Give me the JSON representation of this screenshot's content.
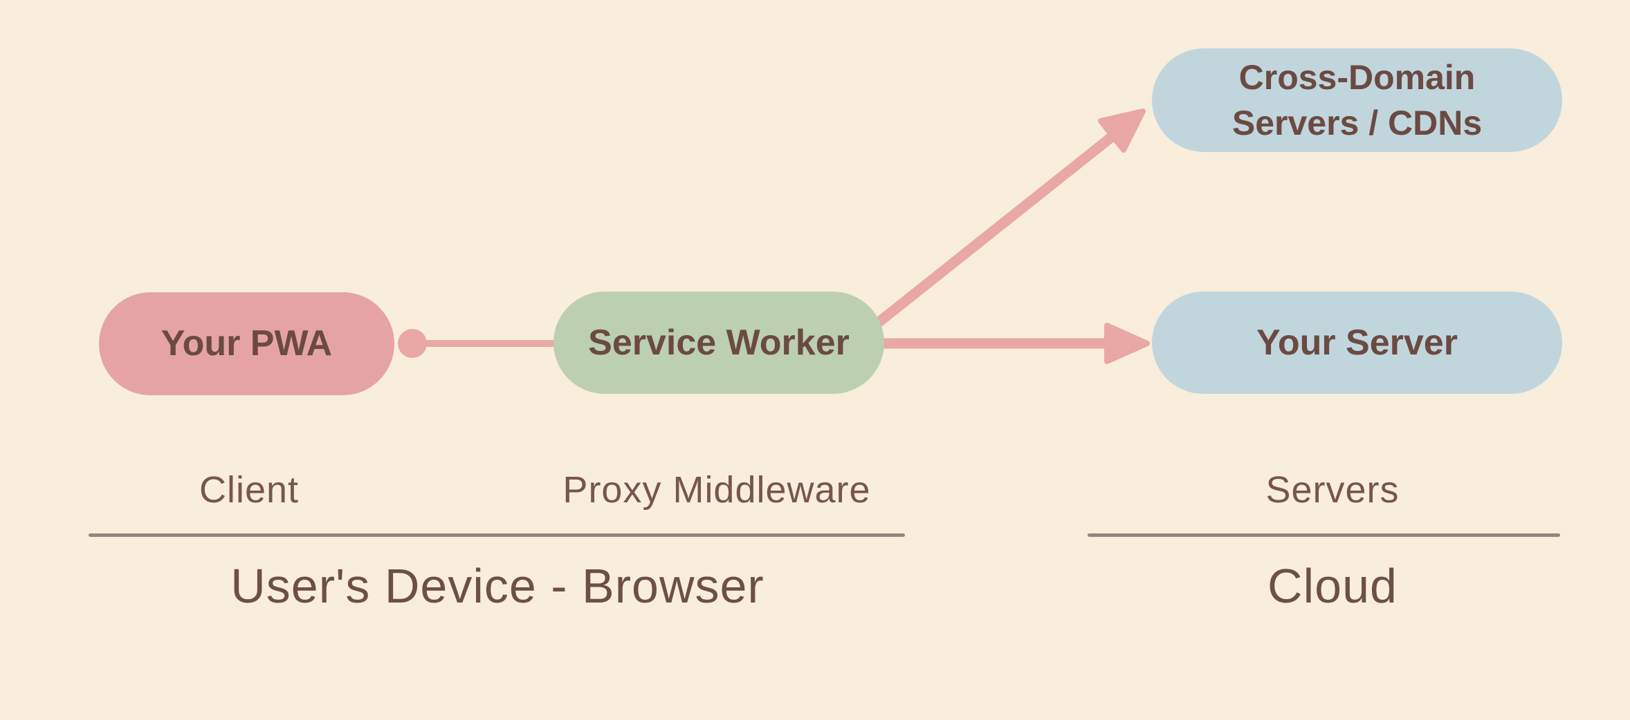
{
  "colors": {
    "background": "#f8eedb",
    "node_pink": "#e6a3a3",
    "node_green": "#bccfb1",
    "node_blue": "#c1d5dd",
    "connector": "#e9a7a6",
    "node_text": "#6b4a42",
    "role_label_text": "#77564b",
    "zone_label_text": "#6d5045",
    "divider": "#96857e"
  },
  "nodes": {
    "your_pwa": {
      "label": "Your PWA"
    },
    "service_worker": {
      "label": "Service Worker"
    },
    "cross_domain": {
      "label": "Cross-Domain\nServers / CDNs"
    },
    "your_server": {
      "label": "Your Server"
    }
  },
  "role_labels": {
    "client": "Client",
    "proxy_middleware": "Proxy Middleware",
    "servers": "Servers"
  },
  "zone_labels": {
    "users_device": "User's Device - Browser",
    "cloud": "Cloud"
  }
}
